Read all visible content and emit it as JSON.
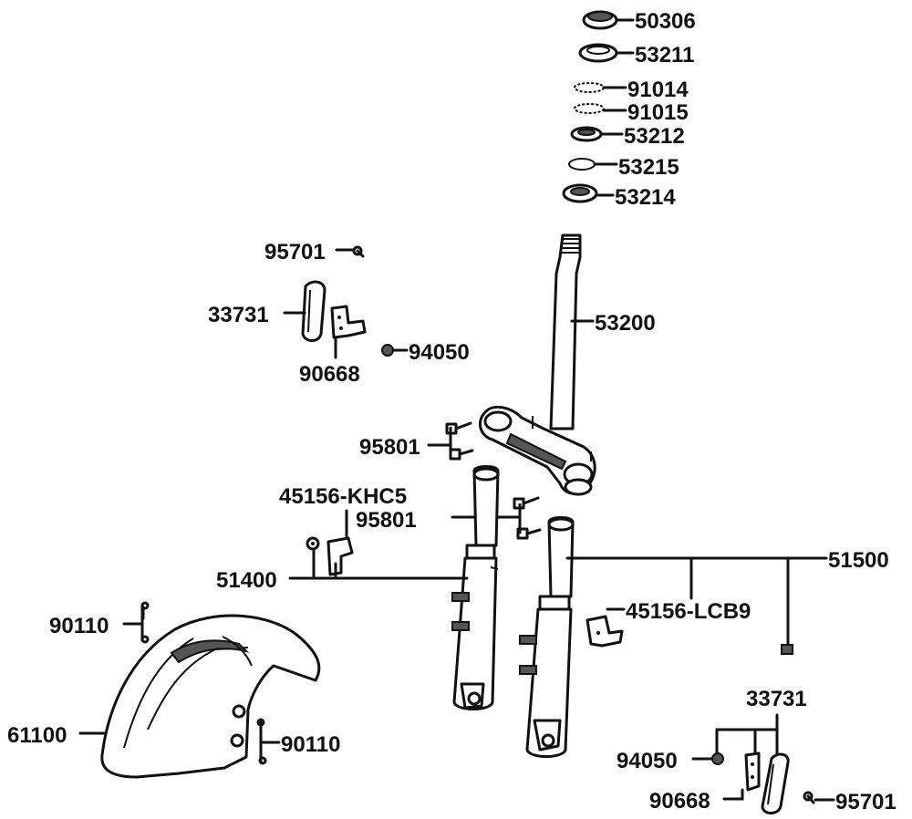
{
  "part_labels": {
    "p50306": "50306",
    "p53211": "53211",
    "p91014": "91014",
    "p91015": "91015",
    "p53212": "53212",
    "p53215": "53215",
    "p53214": "53214",
    "p95701_top": "95701",
    "p33731_top": "33731",
    "p90668_top": "90668",
    "p94050_top": "94050",
    "p53200": "53200",
    "p95801_a": "95801",
    "p45156_khc5": "45156-KHC5",
    "p95801_b": "95801",
    "p51400": "51400",
    "p51500": "51500",
    "p45156_lcb9": "45156-LCB9",
    "p90110_top": "90110",
    "p61100": "61100",
    "p90110_bottom": "90110",
    "p33731_bottom": "33731",
    "p94050_bottom": "94050",
    "p90668_bottom": "90668",
    "p95701_bottom": "95701"
  }
}
